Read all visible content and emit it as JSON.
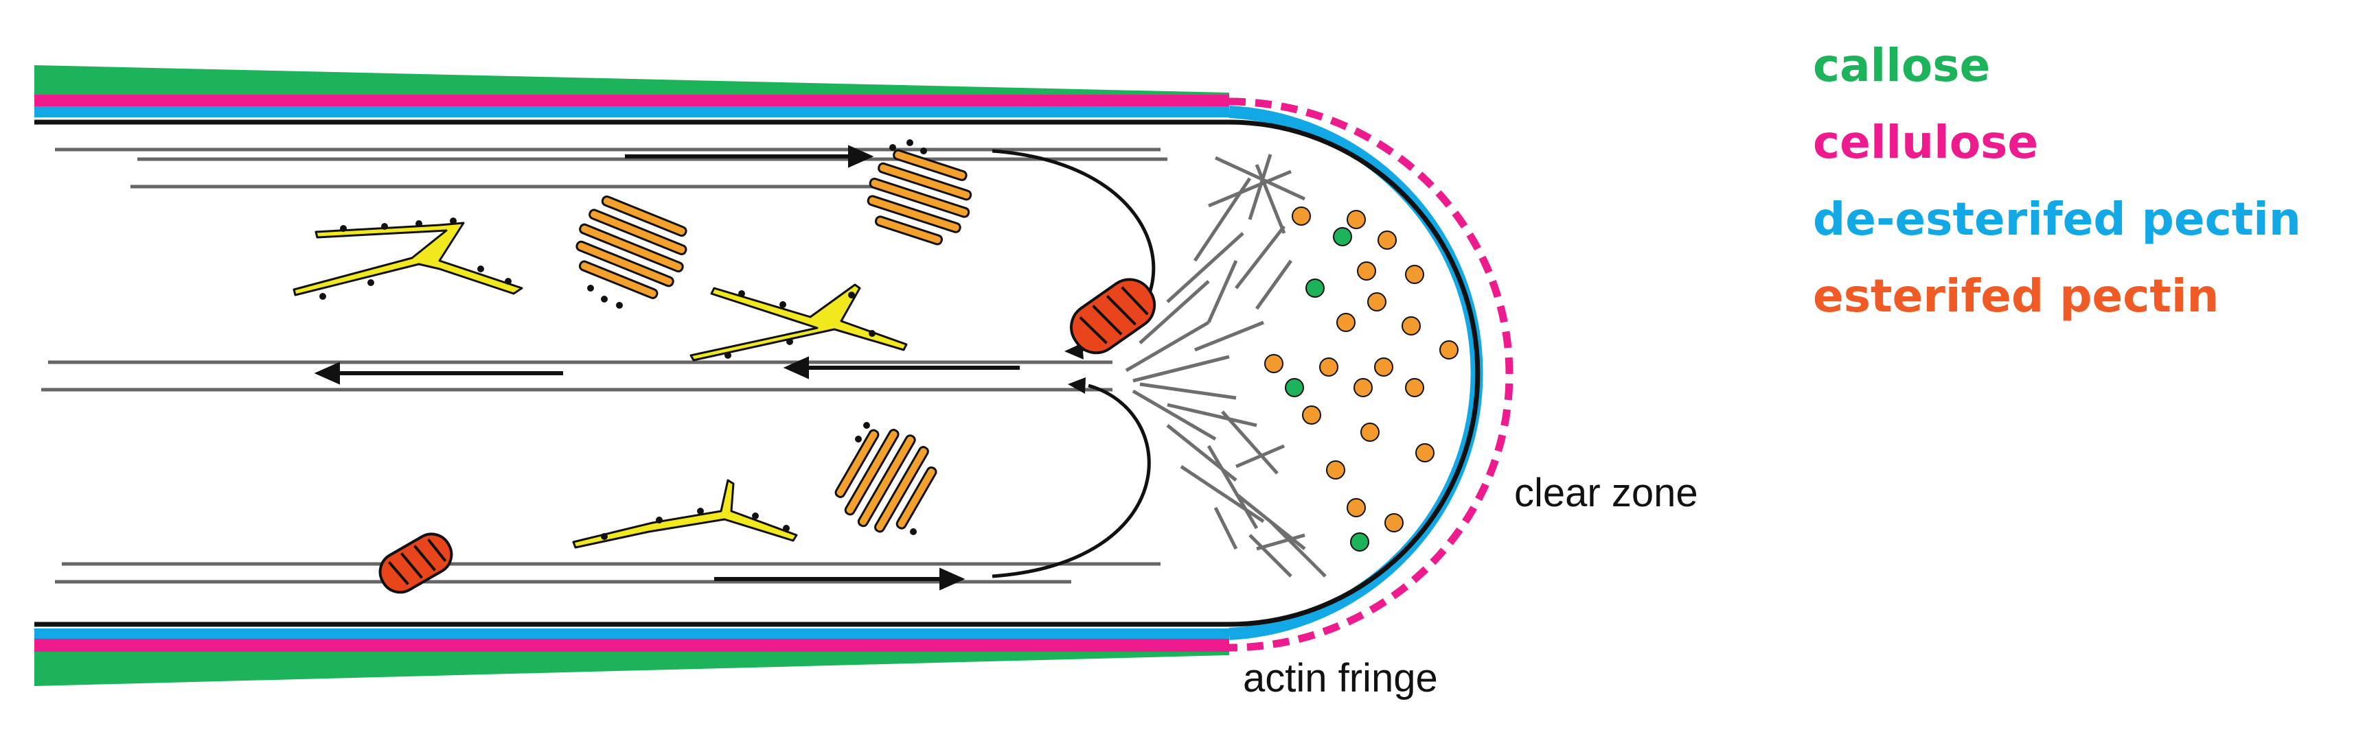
{
  "legend": [
    {
      "label": "callose",
      "color": "#1db35a"
    },
    {
      "label": "cellulose",
      "color": "#ee1b8e"
    },
    {
      "label": "de-esterifed pectin",
      "color": "#12a8e6"
    },
    {
      "label": "esterifed pectin",
      "color": "#f05a24"
    }
  ],
  "labels": {
    "clear_zone": "clear zone",
    "actin_fringe": "actin fringe"
  },
  "colors": {
    "callose": "#1db35a",
    "cellulose": "#ee1b8e",
    "deesterified_pectin": "#12a8e6",
    "esterified_pectin": "#f05a24",
    "vesicle_orange": "#f29a2e",
    "golgi": "#f3a02c",
    "er": "#f2e81e",
    "mitochondrion": "#e8451c",
    "actin": "#666666",
    "outline": "#111111"
  },
  "icons": [
    "golgi-icon",
    "er-icon",
    "mitochondrion-icon",
    "vesicle-icon",
    "flow-arrow-icon"
  ]
}
